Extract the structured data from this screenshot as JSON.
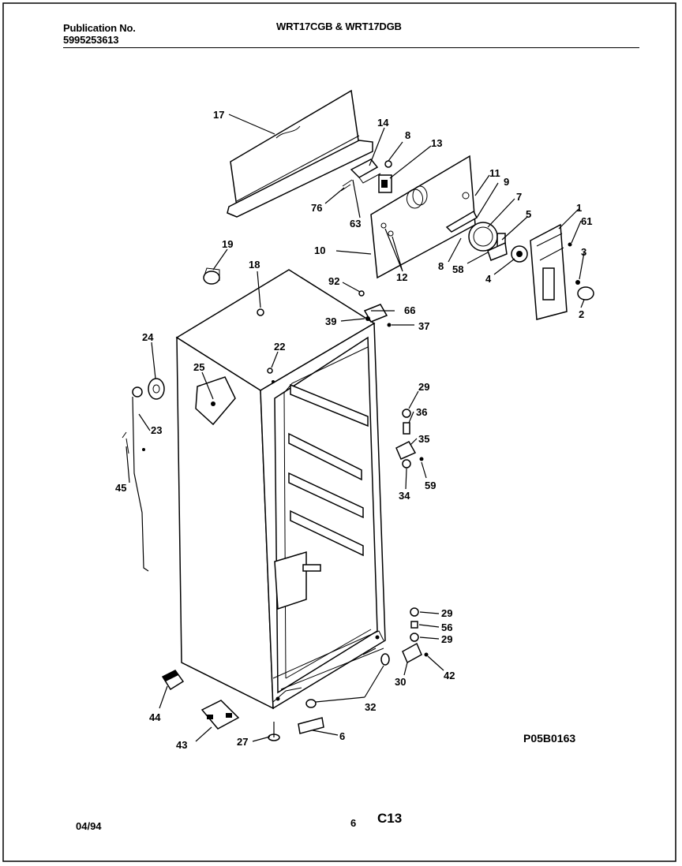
{
  "header": {
    "publication_label": "Publication No.",
    "publication_number": "5995253613",
    "model_title": "WRT17CGB & WRT17DGB"
  },
  "footer": {
    "date_code": "04/94",
    "page_number": "6",
    "section_code": "C13",
    "figure_code": "P05B0163"
  },
  "callouts": [
    "17",
    "14",
    "8",
    "13",
    "11",
    "9",
    "7",
    "5",
    "1",
    "61",
    "3",
    "76",
    "63",
    "10",
    "12",
    "8",
    "58",
    "4",
    "2",
    "19",
    "18",
    "92",
    "66",
    "39",
    "37",
    "24",
    "22",
    "25",
    "29",
    "36",
    "35",
    "59",
    "34",
    "23",
    "45",
    "29",
    "56",
    "29",
    "42",
    "30",
    "32",
    "44",
    "6",
    "43",
    "27"
  ]
}
